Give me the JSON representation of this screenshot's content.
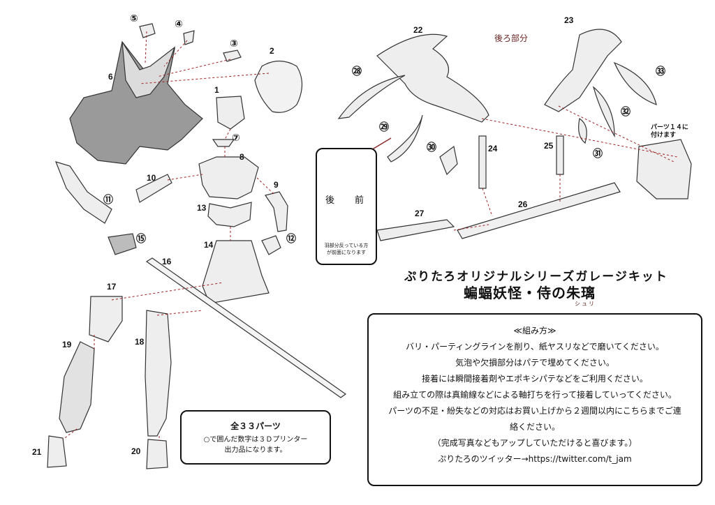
{
  "labels": {
    "n1": "1",
    "n2": "2",
    "n6": "6",
    "n8": "8",
    "n9": "9",
    "n10": "10",
    "n13": "13",
    "n14": "14",
    "n16": "16",
    "n17": "17",
    "n18": "18",
    "n19": "19",
    "n20": "20",
    "n21": "21",
    "n22": "22",
    "n23": "23",
    "n24": "24",
    "n25": "25",
    "n26": "26",
    "n27": "27",
    "c3": "③",
    "c4": "④",
    "c5": "⑤",
    "c7": "⑦",
    "c11": "⑪",
    "c12": "⑫",
    "c15": "⑮",
    "c28": "㉘",
    "c29": "㉙",
    "c30": "㉚",
    "c31": "㉛",
    "c32": "㉜",
    "c33": "㉝"
  },
  "back_parts_label": "後ろ部分",
  "part14_note": [
    "パーツ１４に",
    "付けます"
  ],
  "wing_inset": {
    "back": "後",
    "front": "前",
    "note": [
      "羽部分反っている方",
      "が前面になります"
    ]
  },
  "title": {
    "line1": "ぷりたろオリジナルシリーズガレージキット",
    "line2": "蝙蝠妖怪・侍の朱璃",
    "ruby": "シュリ"
  },
  "parts_box": {
    "title": "全３３パーツ",
    "note": [
      "○で囲んだ数字は３Ｄプリンター",
      "出力品になります。"
    ]
  },
  "instructions": [
    "≪組み方≫",
    "バリ・パーティングラインを削り、紙ヤスリなどで磨いてください。",
    "気泡や欠損部分はパテで埋めてください。",
    "接着には瞬間接着剤やエポキシパテなどをご利用ください。",
    "組み立ての際は真鍮線などによる軸打ちを行って接着していってください。",
    "パーツの不足・紛失などの対応はお買い上げから２週間以内にこちらまでご連",
    "絡ください。",
    "（完成写真などもアップしていただけると喜びます。）",
    "ぷりたろのツイッター→https://twitter.com/t_jam"
  ],
  "colors": {
    "leader": "#a02020",
    "part_fill": "#eeeeee",
    "part_stroke": "#333333",
    "arrow": "#8b2a2a"
  }
}
